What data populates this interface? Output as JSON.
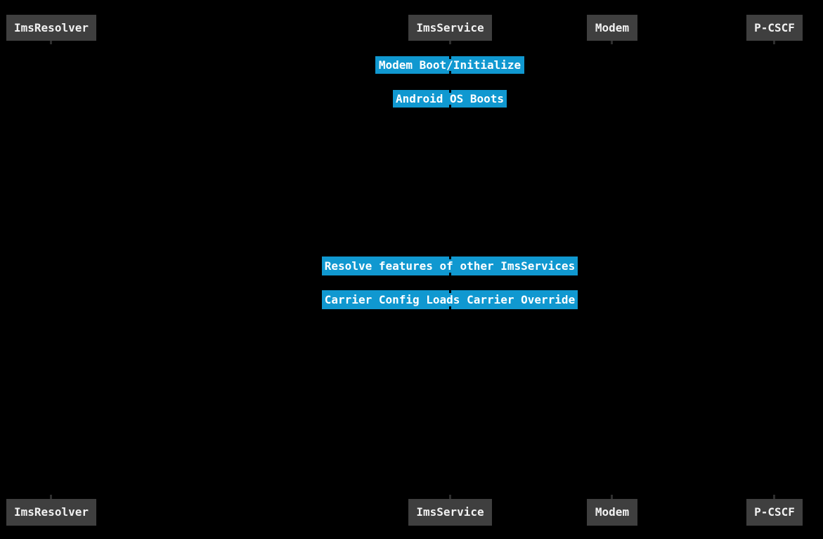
{
  "diagram": {
    "type": "sequence-diagram",
    "colors": {
      "background": "#000000",
      "participant_fill": "#3F3F3F",
      "participant_text": "#F1F1F1",
      "note_fill": "#1098D0",
      "note_text": "#FFFFFF",
      "lifeline_tick": "#2E2E2E"
    },
    "participants": [
      {
        "label": "ImsResolver"
      },
      {
        "label": "ImsService"
      },
      {
        "label": "Modem"
      },
      {
        "label": "P-CSCF"
      }
    ],
    "notes": [
      {
        "label": "Modem Boot/Initialize"
      },
      {
        "label": "Android OS Boots"
      },
      {
        "label": "Resolve features of other ImsServices"
      },
      {
        "label": "Carrier Config Loads Carrier Override"
      }
    ]
  }
}
